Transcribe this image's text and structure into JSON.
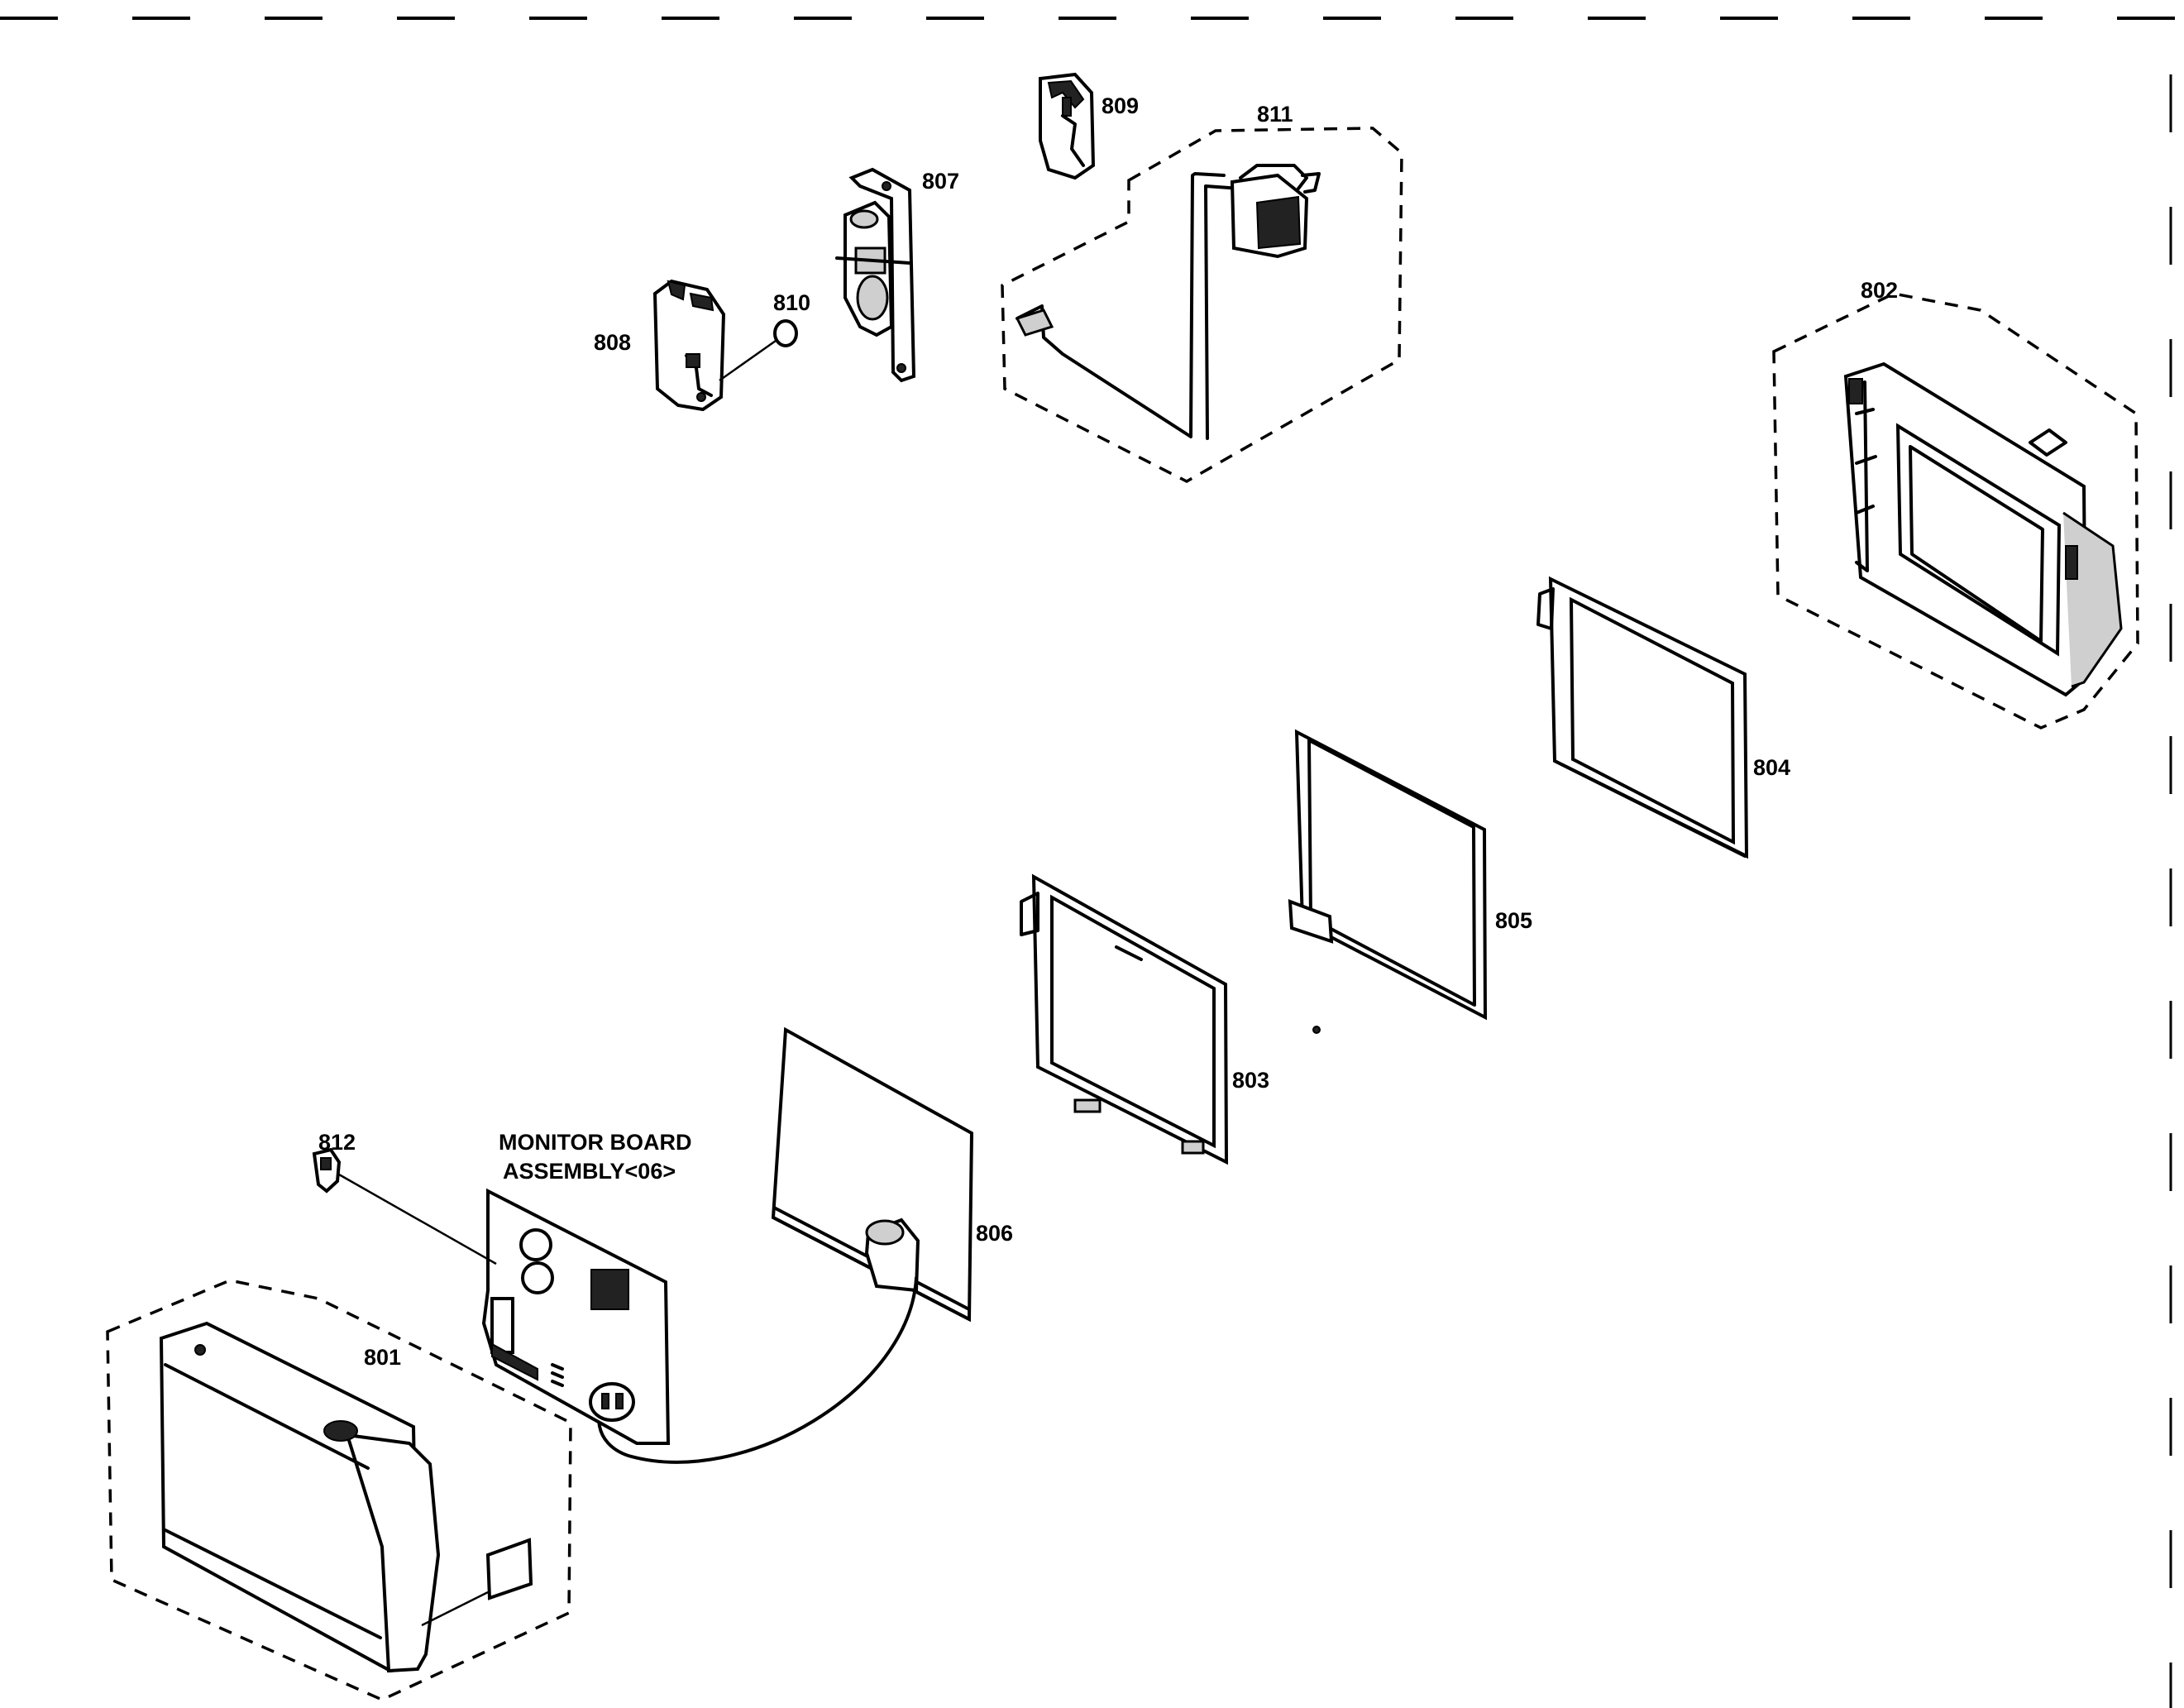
{
  "diagram": {
    "parts": [
      {
        "id": "801",
        "label": "801"
      },
      {
        "id": "802",
        "label": "802"
      },
      {
        "id": "803",
        "label": "803"
      },
      {
        "id": "804",
        "label": "804"
      },
      {
        "id": "805",
        "label": "805"
      },
      {
        "id": "806",
        "label": "806"
      },
      {
        "id": "807",
        "label": "807"
      },
      {
        "id": "808",
        "label": "808"
      },
      {
        "id": "809",
        "label": "809"
      },
      {
        "id": "810",
        "label": "810"
      },
      {
        "id": "811",
        "label": "811"
      },
      {
        "id": "812",
        "label": "812"
      }
    ],
    "monitor_board": {
      "line1": "MONITOR BOARD",
      "line2": "ASSEMBLY<06>"
    }
  }
}
